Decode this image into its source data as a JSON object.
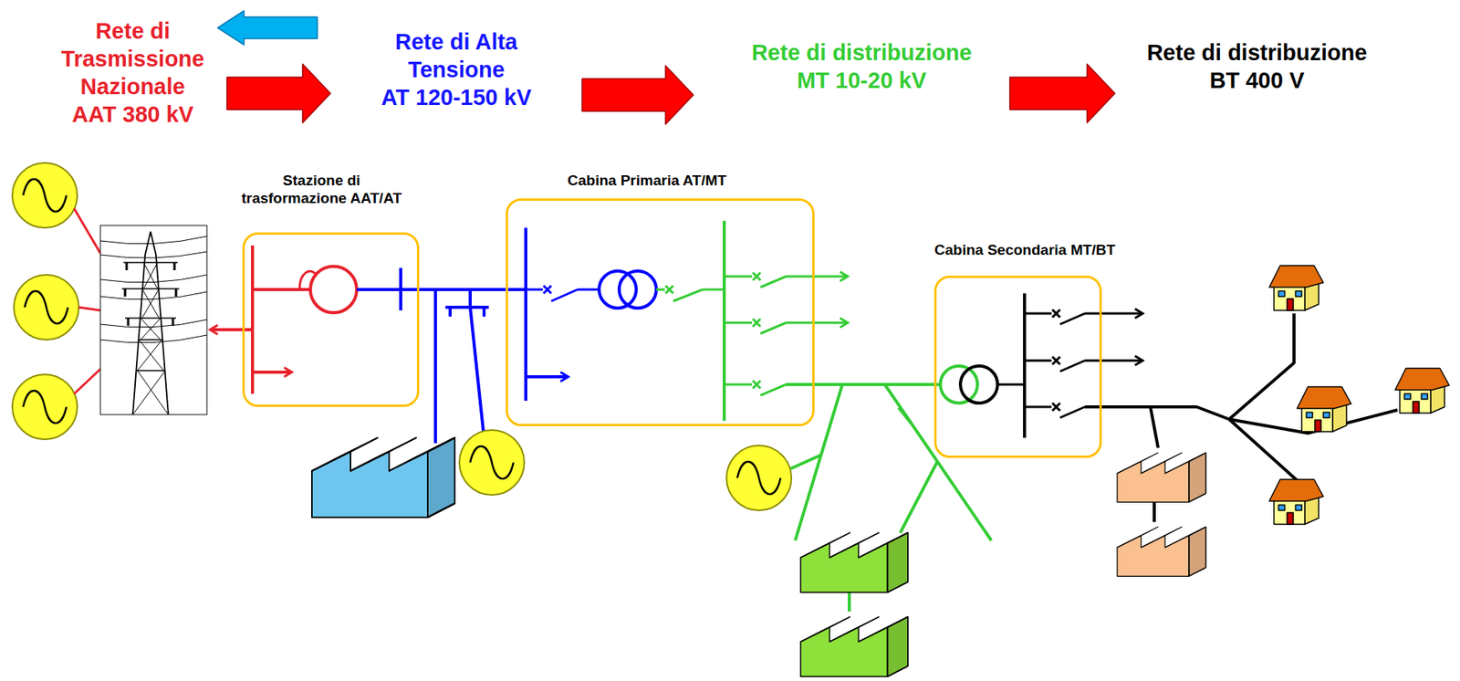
{
  "diagram": {
    "nodes": [
      {
        "text": [
          "Rete di Trasmissione Nazionale",
          "AAT 380 kV"
        ]
      },
      {
        "text": [
          "Rete di Alta Tensione",
          "AT 120-150 kV"
        ]
      },
      {
        "text": [
          "Rete di distribuzione",
          "MT 10-20 kV"
        ]
      },
      {
        "text": [
          "Rete di distribuzione",
          "BT 400 V"
        ]
      },
      {
        "text": [
          "Stazione di trasformazione AAT/AT"
        ]
      },
      {
        "text": [
          "Cabina Primaria AT/MT"
        ]
      },
      {
        "text": [
          "Cabina Secondaria MT/BT"
        ]
      }
    ],
    "edges": [
      {
        "from": 1,
        "to": 0,
        "arrow": "to"
      },
      {
        "from": 0,
        "to": 1,
        "arrow": "to"
      },
      {
        "from": 1,
        "to": 2,
        "arrow": "to"
      },
      {
        "from": 2,
        "to": 3,
        "arrow": "to"
      },
      {
        "from": 4,
        "to": 5,
        "arrow": "none"
      },
      {
        "from": 5,
        "to": 6,
        "arrow": "none"
      }
    ]
  }
}
